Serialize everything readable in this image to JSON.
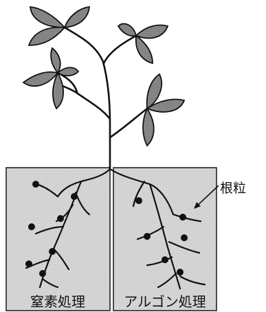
{
  "labels": {
    "left_box": "窒素処理",
    "right_box": "アルゴン処理",
    "nodule": "根粒"
  },
  "colors": {
    "box_fill": "#d6d6d6",
    "box_stroke": "#222222",
    "leaf_fill": "#7a7a7a",
    "line": "#111111"
  }
}
